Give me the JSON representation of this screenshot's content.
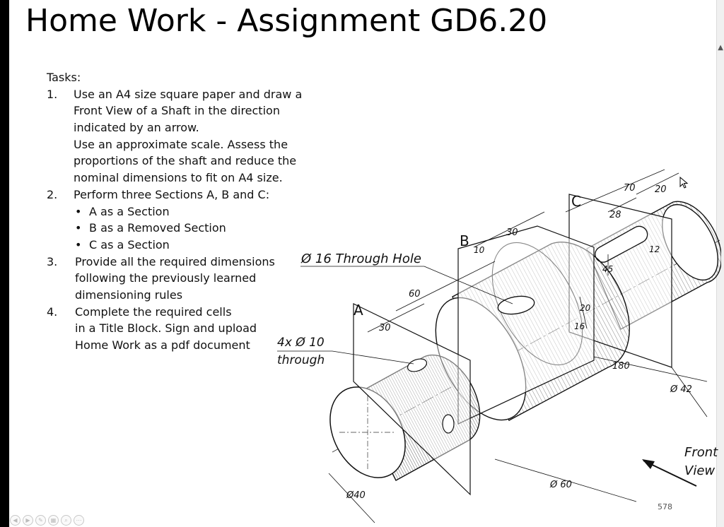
{
  "slide": {
    "title": "Home Work - Assignment GD6.20",
    "page_number": "578"
  },
  "tasks": {
    "heading": "Tasks:",
    "items": [
      {
        "num": "1.",
        "lines": [
          "Use an A4 size square paper and draw a",
          "Front View of a Shaft in the direction",
          "indicated  by an arrow.",
          "Use an approximate scale. Assess the",
          "proportions of the shaft and reduce the",
          "nominal dimensions to fit on A4 size."
        ]
      },
      {
        "num": "2.",
        "lines": [
          "Perform three Sections A, B and C:"
        ],
        "bullets": [
          "A as a Section",
          "B as a Removed Section",
          "C as a Section"
        ]
      },
      {
        "num": "3.",
        "lines": [
          "Provide all the required dimensions",
          "following the previously learned",
          "dimensioning rules"
        ]
      },
      {
        "num": "4.",
        "lines": [
          "Complete the required cells",
          "in a Title Block. Sign and upload",
          "Home Work as a pdf document"
        ]
      }
    ]
  },
  "drawing": {
    "hole_label": "Ø 16 Through Hole",
    "holes4_line1": "4x Ø 10",
    "holes4_line2": "through",
    "section_a": "A",
    "section_b": "B",
    "section_c": "C",
    "dims": {
      "d70": "70",
      "d20": "20",
      "d28": "28",
      "d12": "12",
      "d45": "45",
      "d30_top": "30",
      "d10": "10",
      "d60": "60",
      "d30_left": "30",
      "d20_mid": "20",
      "d16": "16",
      "d180": "180",
      "dia42": "Ø 42",
      "dia60": "Ø 60",
      "dia40": "Ø40"
    },
    "view_label_1": "Front",
    "view_label_2": "View"
  }
}
